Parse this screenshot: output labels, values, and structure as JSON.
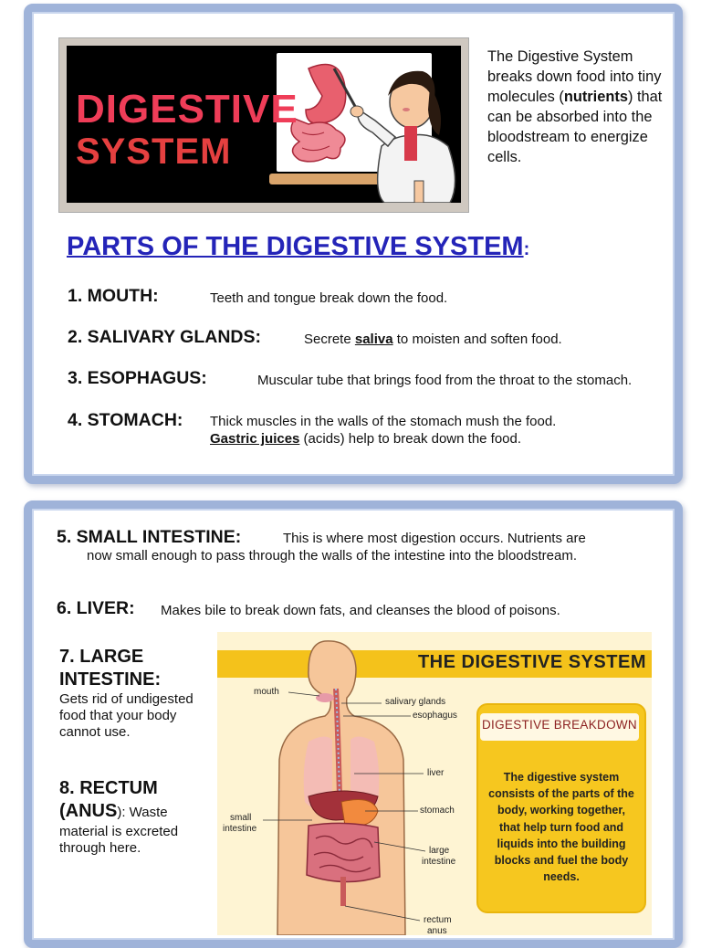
{
  "banner": {
    "title_line1": "DIGESTIVE",
    "title_line2": "SYSTEM"
  },
  "intro": {
    "before": "The Digestive System breaks down food into tiny molecules (",
    "bold": "nutrients",
    "after": ") that can be absorbed into the bloodstream to energize cells."
  },
  "parts_heading": {
    "text": "PARTS OF THE DIGESTIVE SYSTEM",
    "colon": ":"
  },
  "items": {
    "mouth": {
      "name": "1.  MOUTH:",
      "desc": "Teeth and tongue break down the food."
    },
    "salivary": {
      "name": "2.  SALIVARY GLANDS:",
      "desc_before": "Secrete ",
      "desc_underlined": "saliva",
      "desc_after": " to moisten and soften food."
    },
    "esophagus": {
      "name": "3.  ESOPHAGUS:",
      "desc": "Muscular tube that brings food from the throat to the stomach."
    },
    "stomach": {
      "name": "4.  STOMACH:",
      "desc": "Thick muscles in the walls of the stomach mush the food.",
      "line2_underlined": "Gastric juices",
      "line2_after": " (acids) help to break down the food."
    },
    "small_intestine": {
      "name": "5.  SMALL INTESTINE:",
      "desc": "This is where most digestion occurs.  Nutrients are",
      "line2": "now small enough to pass through the walls of the intestine into the bloodstream."
    },
    "liver": {
      "name": "6.  LIVER:",
      "desc": "Makes bile to break down fats, and cleanses the blood of poisons."
    },
    "large_intestine": {
      "name_line1": "7.  LARGE",
      "name_line2": "INTESTINE:",
      "desc_line1": "Gets rid of undigested",
      "desc_line2": "food that your body",
      "desc_line3": "cannot use."
    },
    "rectum": {
      "name_line1": "8.  RECTUM",
      "name_line2": "(ANUS",
      "name_close": "):",
      "desc_line1": " Waste",
      "desc_line2": "material is excreted",
      "desc_line3": "through here."
    }
  },
  "figure": {
    "title": "THE DIGESTIVE SYSTEM",
    "breakdown_title": "DIGESTIVE BREAKDOWN",
    "breakdown_text": "The digestive system consists of the parts of the body, working together, that help turn food and liquids into the building blocks and fuel the body needs.",
    "labels": {
      "mouth": "mouth",
      "salivary": "salivary glands",
      "esophagus": "esophagus",
      "liver": "liver",
      "small_intestine_1": "small",
      "small_intestine_2": "intestine",
      "stomach": "stomach",
      "large_intestine_1": "large",
      "large_intestine_2": "intestine",
      "rectum": "rectum",
      "anus": "anus"
    }
  }
}
